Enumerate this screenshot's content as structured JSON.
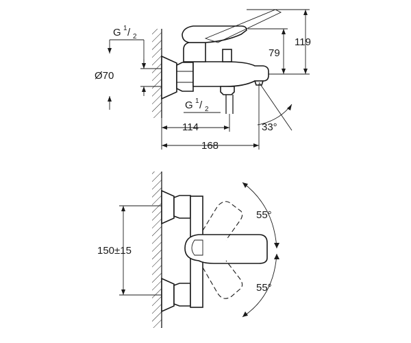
{
  "side_view": {
    "thread_top": {
      "main": "G",
      "num": "1",
      "den": "2"
    },
    "thread_bottom": {
      "main": "G",
      "num": "1",
      "den": "2"
    },
    "diameter": "Ø70",
    "dim_119": "119",
    "dim_79": "79",
    "dim_114": "114",
    "dim_168": "168",
    "angle_spout": "33°"
  },
  "front_view": {
    "center_distance": "150±15",
    "angle_upper": "55°",
    "angle_lower": "55°"
  }
}
